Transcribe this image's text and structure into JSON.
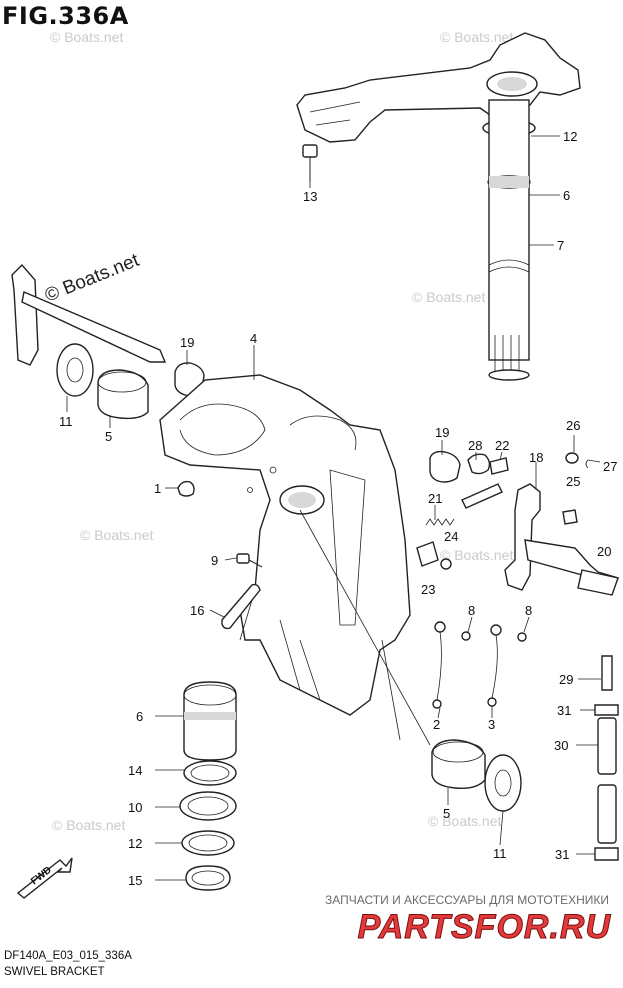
{
  "figure_title": "FIG.336A",
  "footer": {
    "model_code": "DF140A_E03_015_336A",
    "caption": "SWIVEL BRACKET"
  },
  "promo": {
    "tagline": "ЗАПЧАСТИ И АКСЕССУАРЫ ДЛЯ МОТОТЕХНИКИ",
    "logo": "PARTSFOR.RU"
  },
  "watermarks": {
    "site": "© Boats.net",
    "site_large": "© Boats.net"
  },
  "callouts": [
    {
      "id": "c12a",
      "number": "12"
    },
    {
      "id": "c13",
      "number": "13"
    },
    {
      "id": "c6a",
      "number": "6"
    },
    {
      "id": "c7",
      "number": "7"
    },
    {
      "id": "c11a",
      "number": "11"
    },
    {
      "id": "c5a",
      "number": "5"
    },
    {
      "id": "c19a",
      "number": "19"
    },
    {
      "id": "c4",
      "number": "4"
    },
    {
      "id": "c1",
      "number": "1"
    },
    {
      "id": "c19b",
      "number": "19"
    },
    {
      "id": "c28",
      "number": "28"
    },
    {
      "id": "c22",
      "number": "22"
    },
    {
      "id": "c18",
      "number": "18"
    },
    {
      "id": "c26",
      "number": "26"
    },
    {
      "id": "c27",
      "number": "27"
    },
    {
      "id": "c25",
      "number": "25"
    },
    {
      "id": "c21",
      "number": "21"
    },
    {
      "id": "c24",
      "number": "24"
    },
    {
      "id": "c20",
      "number": "20"
    },
    {
      "id": "c23",
      "number": "23"
    },
    {
      "id": "c9",
      "number": "9"
    },
    {
      "id": "c16",
      "number": "16"
    },
    {
      "id": "c8a",
      "number": "8"
    },
    {
      "id": "c8b",
      "number": "8"
    },
    {
      "id": "c29",
      "number": "29"
    },
    {
      "id": "c2",
      "number": "2"
    },
    {
      "id": "c3",
      "number": "3"
    },
    {
      "id": "c31a",
      "number": "31"
    },
    {
      "id": "c6b",
      "number": "6"
    },
    {
      "id": "c30",
      "number": "30"
    },
    {
      "id": "c14",
      "number": "14"
    },
    {
      "id": "c10",
      "number": "10"
    },
    {
      "id": "c5b",
      "number": "5"
    },
    {
      "id": "c12b",
      "number": "12"
    },
    {
      "id": "c11b",
      "number": "11"
    },
    {
      "id": "c31b",
      "number": "31"
    },
    {
      "id": "c15",
      "number": "15"
    }
  ],
  "fwd_badge": "FWD"
}
